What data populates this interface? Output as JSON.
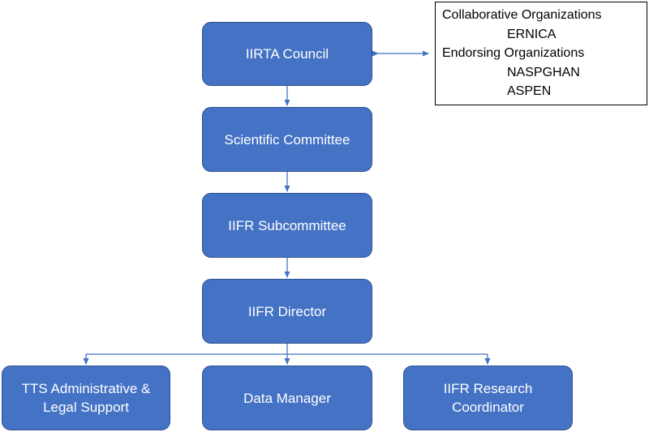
{
  "diagram": {
    "nodes": {
      "council": "IIRTA Council",
      "scientific_committee": "Scientific Committee",
      "iifr_subcommittee": "IIFR Subcommittee",
      "iifr_director": "IIFR Director",
      "tts_support_line1": "TTS Administrative &",
      "tts_support_line2": "Legal Support",
      "data_manager": "Data Manager",
      "research_coordinator_line1": "IIFR Research",
      "research_coordinator_line2": "Coordinator"
    },
    "organizations": {
      "collaborative_heading": "Collaborative Organizations",
      "collaborative_members": [
        "ERNICA"
      ],
      "endorsing_heading": "Endorsing Organizations",
      "endorsing_members": [
        "NASPGHAN",
        "ASPEN"
      ]
    },
    "edges": [
      {
        "from": "IIRTA Council",
        "to": "Organizations box",
        "type": "bidirectional"
      },
      {
        "from": "IIRTA Council",
        "to": "Scientific Committee",
        "type": "directed"
      },
      {
        "from": "Scientific Committee",
        "to": "IIFR Subcommittee",
        "type": "directed"
      },
      {
        "from": "IIFR Subcommittee",
        "to": "IIFR Director",
        "type": "directed"
      },
      {
        "from": "IIFR Director",
        "to": "TTS Administrative & Legal Support",
        "type": "directed"
      },
      {
        "from": "IIFR Director",
        "to": "Data Manager",
        "type": "directed"
      },
      {
        "from": "IIFR Director",
        "to": "IIFR Research Coordinator",
        "type": "directed"
      }
    ],
    "colors": {
      "node_fill": "#4472c4",
      "node_border": "#2f528f",
      "node_text": "#ffffff",
      "connector": "#4472c4"
    }
  }
}
